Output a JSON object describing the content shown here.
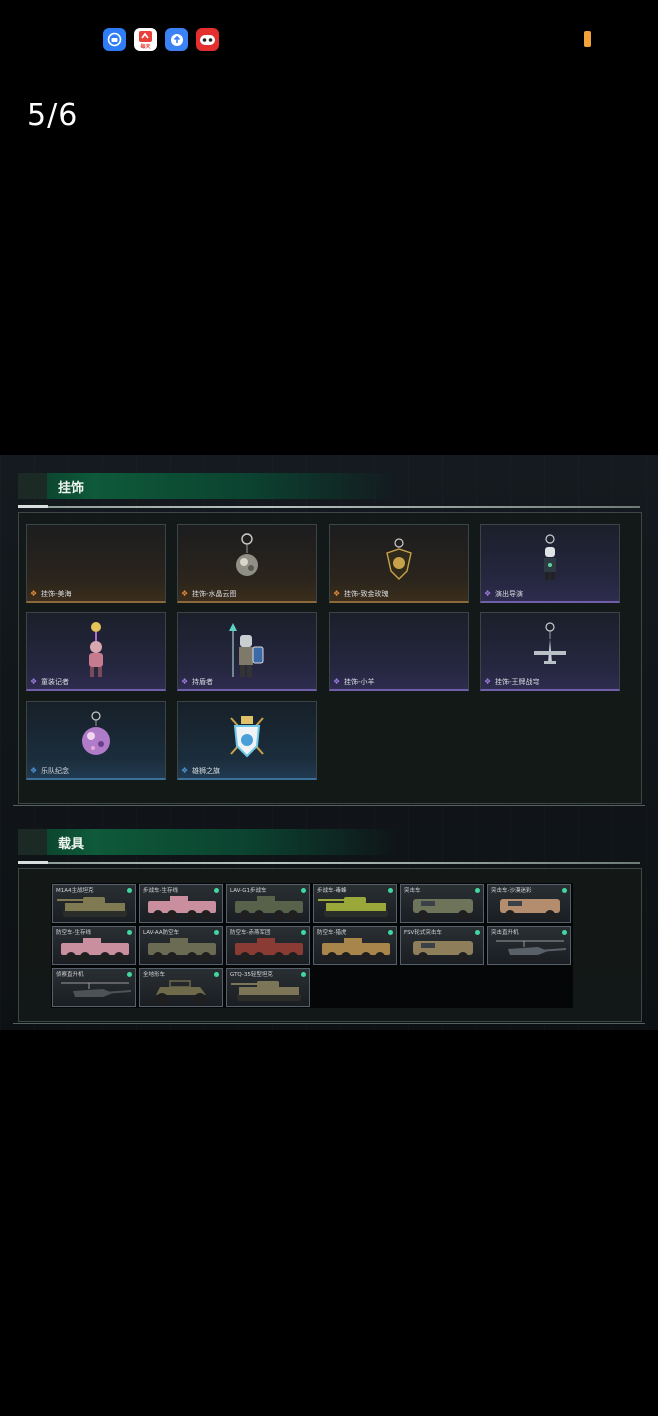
{
  "status_bar": {
    "apps": [
      {
        "icon": "message-icon",
        "color": "#2f7df6"
      },
      {
        "icon": "news-app-icon",
        "color": "#e8413a",
        "text": "每天"
      },
      {
        "icon": "upload-icon",
        "color": "#3a82f5"
      },
      {
        "icon": "game-controller-icon",
        "color": "#e3302f"
      }
    ],
    "battery_color": "#f2a33a"
  },
  "viewer": {
    "page_counter": "5/6"
  },
  "sections": {
    "charms": {
      "title": "挂饰",
      "items": [
        {
          "label": "挂饰-美海",
          "rarity": "gold"
        },
        {
          "label": "挂饰-水晶云图",
          "rarity": "gold"
        },
        {
          "label": "挂饰-致金玫瑰",
          "rarity": "gold"
        },
        {
          "label": "演出导演",
          "rarity": "purple"
        },
        {
          "label": "童装记者",
          "rarity": "purple"
        },
        {
          "label": "持盾者",
          "rarity": "purple"
        },
        {
          "label": "挂饰-小羊",
          "rarity": "purple"
        },
        {
          "label": "挂饰-王牌战穹",
          "rarity": "purple"
        },
        {
          "label": "乐队纪念",
          "rarity": "blue"
        },
        {
          "label": "雄狮之旗",
          "rarity": "blue"
        }
      ]
    },
    "vehicles": {
      "title": "载具",
      "items": [
        {
          "label": "M1A4主战坦克",
          "kind": "tank",
          "color": "#7f7a52"
        },
        {
          "label": "步战车-生存线",
          "kind": "apc",
          "color": "#c98f9f"
        },
        {
          "label": "LAV-G1步战车",
          "kind": "apc",
          "color": "#58614a"
        },
        {
          "label": "步战车-毒蜂",
          "kind": "tank",
          "color": "#9aa83a"
        },
        {
          "label": "突击车",
          "kind": "truck",
          "color": "#6d745a"
        },
        {
          "label": "突击车-沙漠迷彩",
          "kind": "truck",
          "color": "#b48c6e"
        },
        {
          "label": "防空车-生存线",
          "kind": "apc",
          "color": "#c98f9f"
        },
        {
          "label": "LAV-AA防空车",
          "kind": "apc",
          "color": "#6b6a52"
        },
        {
          "label": "防空车-赤燕军团",
          "kind": "apc",
          "color": "#8a3c34"
        },
        {
          "label": "防空车-猎虎",
          "kind": "apc",
          "color": "#a8854a"
        },
        {
          "label": "FSV轮式突击车",
          "kind": "truck",
          "color": "#8e7e5a"
        },
        {
          "label": "突击直升机",
          "kind": "heli",
          "color": "#5a6068"
        },
        {
          "label": "侦察直升机",
          "kind": "heli",
          "color": "#4d5257"
        },
        {
          "label": "全地形车",
          "kind": "buggy",
          "color": "#6e6a4a"
        },
        {
          "label": "GTQ-35轻型坦克",
          "kind": "tank",
          "color": "#7d7557"
        }
      ]
    }
  }
}
